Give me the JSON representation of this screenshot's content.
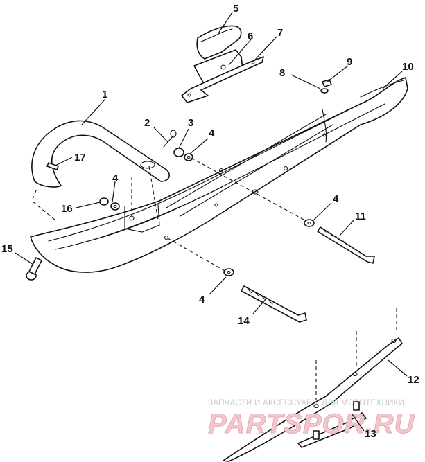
{
  "callouts": {
    "c1": "1",
    "c2": "2",
    "c3": "3",
    "c4a": "4",
    "c4b": "4",
    "c4c": "4",
    "c4d": "4",
    "c5": "5",
    "c6": "6",
    "c7": "7",
    "c8": "8",
    "c9": "9",
    "c10": "10",
    "c11": "11",
    "c12": "12",
    "c13": "13",
    "c14": "14",
    "c15": "15",
    "c16": "16",
    "c17": "17"
  },
  "watermark": {
    "subtitle": "ЗАПЧАСТИ И АКСЕССУАРЫ ДЛЯ МОТОТЕХНИКИ",
    "brand": "PARTSPOR.RU"
  }
}
